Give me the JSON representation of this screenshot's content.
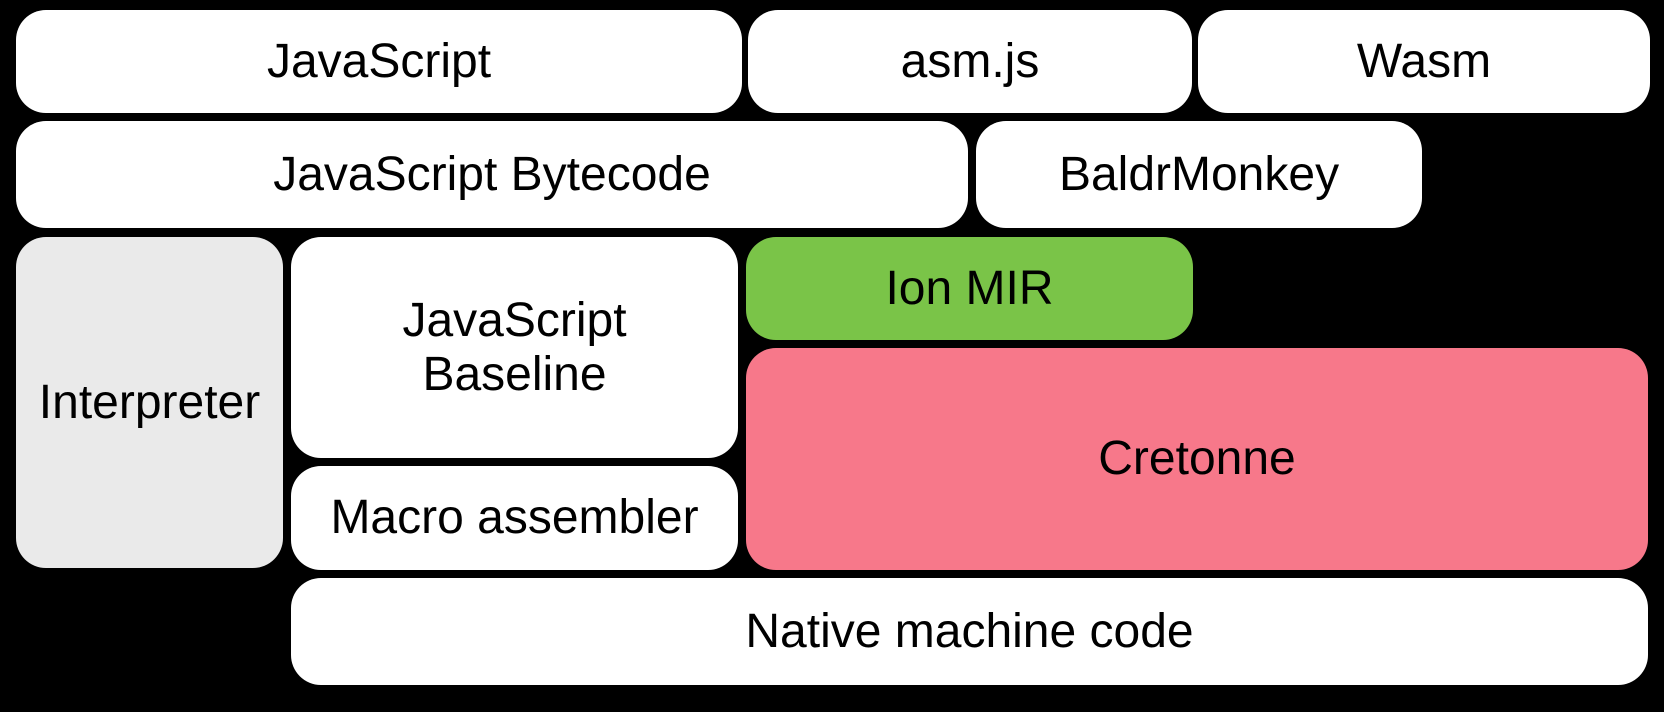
{
  "diagram": {
    "background": "#000000",
    "colors": {
      "box_default": "#FFFFFF",
      "interpreter_gray": "#EAEAEA",
      "ion_green": "#7AC448",
      "cretonne_pink": "#F7788A",
      "text": "#000000"
    },
    "boxes": {
      "javascript": {
        "label": "JavaScript"
      },
      "asmjs": {
        "label": "asm.js"
      },
      "wasm": {
        "label": "Wasm"
      },
      "bytecode": {
        "label": "JavaScript Bytecode"
      },
      "baldrmonkey": {
        "label": "BaldrMonkey"
      },
      "interpreter": {
        "label": "Interpreter"
      },
      "baseline": {
        "label": "JavaScript Baseline"
      },
      "ionmir": {
        "label": "Ion MIR"
      },
      "cretonne": {
        "label": "Cretonne"
      },
      "macro": {
        "label": "Macro assembler"
      },
      "native": {
        "label": "Native machine code"
      }
    }
  }
}
